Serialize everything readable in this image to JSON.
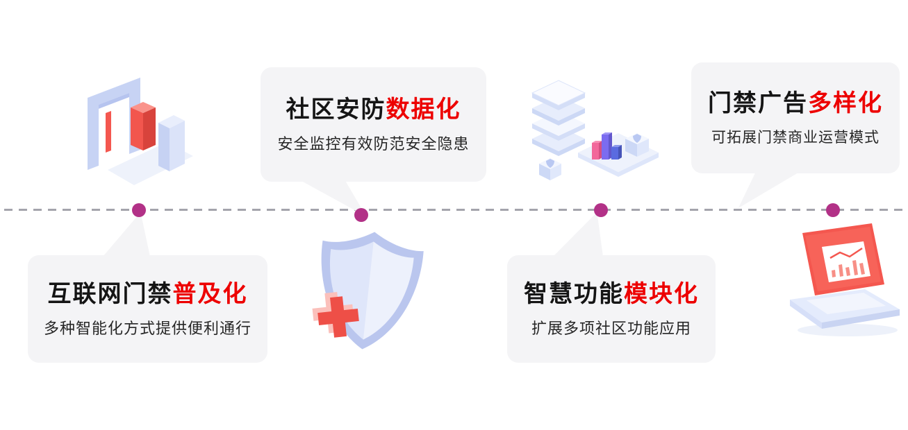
{
  "theme": {
    "accent_red": "#ed0000",
    "dot_color": "#b23187",
    "card_bg": "#f4f4f6",
    "line_color": "#a4a4ac",
    "title_color": "#151515",
    "subtitle_color": "#262626",
    "illustration_blue": "#c7d3f4",
    "illustration_red": "#f4574f"
  },
  "callouts": {
    "internet": {
      "title_black": "互联网门禁",
      "title_red": "普及化",
      "subtitle": "多种智能化方式提供便利通行"
    },
    "security": {
      "title_black": "社区安防",
      "title_red": "数据化",
      "subtitle": "安全监控有效防范安全隐患"
    },
    "smart": {
      "title_black": "智慧功能",
      "title_red": "模块化",
      "subtitle": "扩展多项社区功能应用"
    },
    "ads": {
      "title_black": "门禁广告",
      "title_red": "多样化",
      "subtitle": "可拓展门禁商业运营模式"
    }
  },
  "illustrations": {
    "gate": "access-gate-illustration",
    "servers": "data-server-illustration",
    "shield": "security-shield-illustration",
    "laptop": "laptop-analytics-illustration"
  },
  "timeline": {
    "dot_count": 4
  }
}
